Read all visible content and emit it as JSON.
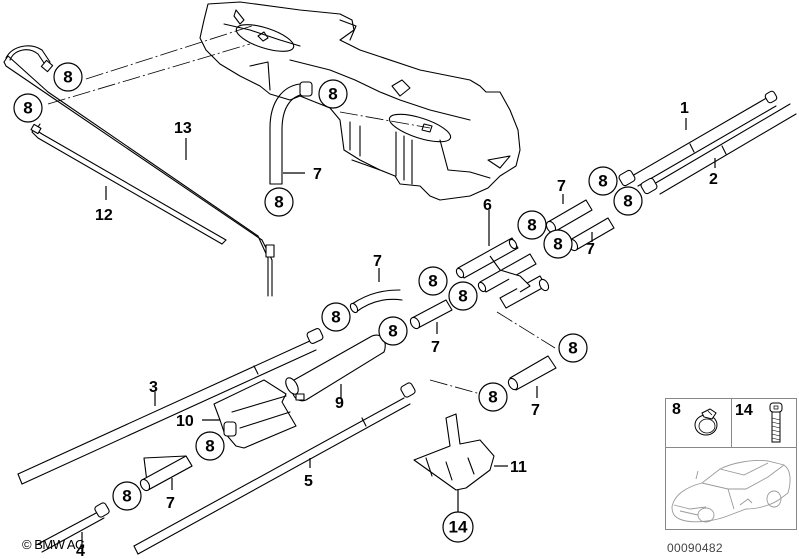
{
  "diagram": {
    "title": "Fuel pipes and mounting parts",
    "callouts": [
      {
        "id": "c1",
        "label": "8"
      },
      {
        "id": "c2",
        "label": "8"
      },
      {
        "id": "c3",
        "label": "8"
      },
      {
        "id": "c4",
        "label": "8"
      },
      {
        "id": "c5",
        "label": "8"
      },
      {
        "id": "c6",
        "label": "8"
      },
      {
        "id": "c7",
        "label": "8"
      },
      {
        "id": "c8",
        "label": "8"
      },
      {
        "id": "c9",
        "label": "8"
      },
      {
        "id": "c10",
        "label": "8"
      },
      {
        "id": "c11",
        "label": "8"
      },
      {
        "id": "c12",
        "label": "8"
      },
      {
        "id": "c13",
        "label": "8"
      },
      {
        "id": "c14",
        "label": "8"
      },
      {
        "id": "c15",
        "label": "8"
      },
      {
        "id": "c16",
        "label": "14"
      }
    ],
    "part_labels": {
      "p1": "1",
      "p2": "2",
      "p3": "3",
      "p4": "4",
      "p5": "5",
      "p6": "6",
      "p7a": "7",
      "p7b": "7",
      "p7c": "7",
      "p7d": "7",
      "p7e": "7",
      "p7f": "7",
      "p7g": "7",
      "p9": "9",
      "p10": "10",
      "p11": "11",
      "p12": "12",
      "p13": "13"
    }
  },
  "legend": {
    "items": [
      {
        "number": "8",
        "icon": "hose-clamp-icon"
      },
      {
        "number": "14",
        "icon": "screw-icon"
      }
    ],
    "vehicle_icon": "car-coupe-icon"
  },
  "footer": {
    "copyright": "© BMW AG",
    "image_id": "00090482"
  }
}
